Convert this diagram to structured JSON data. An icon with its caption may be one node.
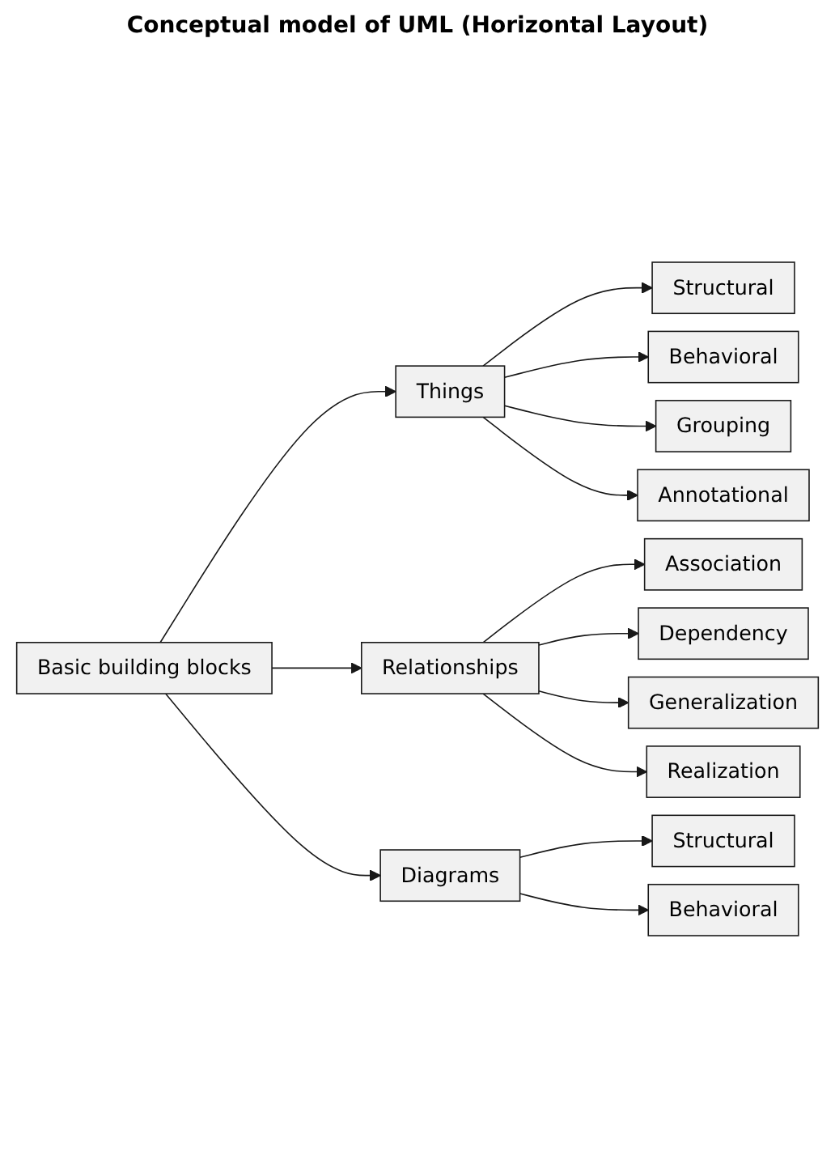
{
  "diagram": {
    "title": "Conceptual model of UML (Horizontal Layout)",
    "nodes": [
      {
        "text": [
          "Basic building blocks"
        ]
      },
      {
        "text": [
          "Things"
        ]
      },
      {
        "text": [
          "Structural"
        ]
      },
      {
        "text": [
          "Behavioral"
        ]
      },
      {
        "text": [
          "Grouping"
        ]
      },
      {
        "text": [
          "Annotational"
        ]
      },
      {
        "text": [
          "Relationships"
        ]
      },
      {
        "text": [
          "Association"
        ]
      },
      {
        "text": [
          "Dependency"
        ]
      },
      {
        "text": [
          "Generalization"
        ]
      },
      {
        "text": [
          "Realization"
        ]
      },
      {
        "text": [
          "Diagrams"
        ]
      },
      {
        "text": [
          "Structural"
        ]
      },
      {
        "text": [
          "Behavioral"
        ]
      }
    ],
    "edges": [
      {
        "from": 0,
        "to": 1,
        "arrow": "to"
      },
      {
        "from": 0,
        "to": 6,
        "arrow": "to"
      },
      {
        "from": 0,
        "to": 11,
        "arrow": "to"
      },
      {
        "from": 1,
        "to": 2,
        "arrow": "to"
      },
      {
        "from": 1,
        "to": 3,
        "arrow": "to"
      },
      {
        "from": 1,
        "to": 4,
        "arrow": "to"
      },
      {
        "from": 1,
        "to": 5,
        "arrow": "to"
      },
      {
        "from": 6,
        "to": 7,
        "arrow": "to"
      },
      {
        "from": 6,
        "to": 8,
        "arrow": "to"
      },
      {
        "from": 6,
        "to": 9,
        "arrow": "to"
      },
      {
        "from": 6,
        "to": 10,
        "arrow": "to"
      },
      {
        "from": 11,
        "to": 12,
        "arrow": "to"
      },
      {
        "from": 11,
        "to": 13,
        "arrow": "to"
      }
    ]
  }
}
